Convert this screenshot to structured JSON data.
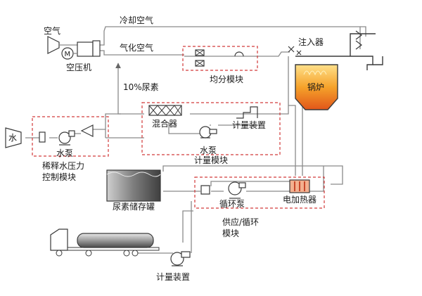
{
  "labels": {
    "air": "空气",
    "compressor": "空压机",
    "cooling_air": "冷却空气",
    "atomizing_air": "气化空气",
    "distribution_module": "均分模块",
    "injector": "注入器",
    "boiler": "锅炉",
    "urea_10": "10%尿素",
    "mixer": "混合器",
    "metering_device_top": "计量装置",
    "water_pump_mid": "水泵",
    "metering_module": "计量模块",
    "water": "水",
    "water_pump_left": "水泵",
    "dilution_module": "稀释水压力\n控制模块",
    "urea_tank": "尿素储存罐",
    "circulation_pump": "循环泵",
    "electric_heater": "电加热器",
    "supply_module": "供应/循环\n模块",
    "metering_device_bottom": "计量装置",
    "motor_symbol": "M"
  },
  "colors": {
    "module_border": "#d23a3a",
    "pipe": "#8a8a8a",
    "flame": "#f08a1c",
    "heater": "#e0623a"
  },
  "icons": [
    "motor-icon",
    "pump-icon",
    "valve-icon",
    "mixer-icon",
    "tank-icon",
    "truck-icon",
    "boiler-icon",
    "heater-icon",
    "meter-icon",
    "injector-icon"
  ]
}
